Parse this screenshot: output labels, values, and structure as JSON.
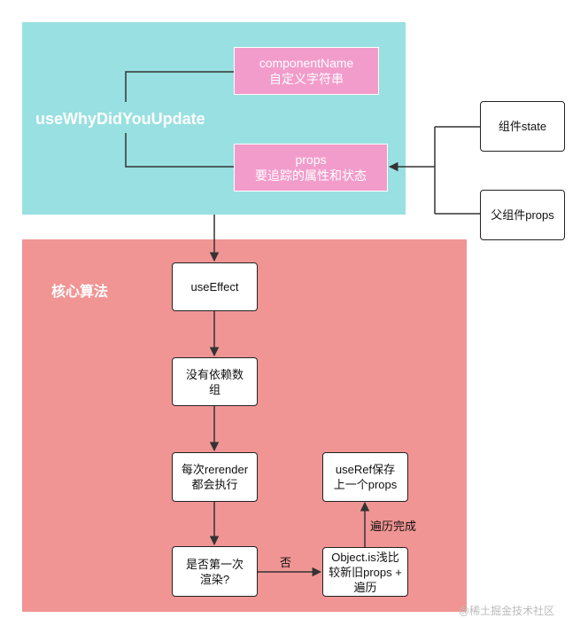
{
  "hook": {
    "title": "useWhyDidYouUpdate"
  },
  "params": {
    "component_name": {
      "label": "componentName",
      "desc": "自定义字符串"
    },
    "props": {
      "label": "props",
      "desc": "要追踪的属性和状态"
    }
  },
  "sources": {
    "state": "组件state",
    "parent_props": "父组件props"
  },
  "core": {
    "title": "核心算法",
    "use_effect": "useEffect",
    "no_deps": "没有依赖数组",
    "every_render": "每次rerender都会执行",
    "first_render": "是否第一次渲染?",
    "compare": "Object.is浅比较新旧props + 遍历",
    "save_ref": "useRef保存上一个props",
    "no_label": "否",
    "done_label": "遍历完成"
  },
  "watermark": "@稀土掘金技术社区"
}
